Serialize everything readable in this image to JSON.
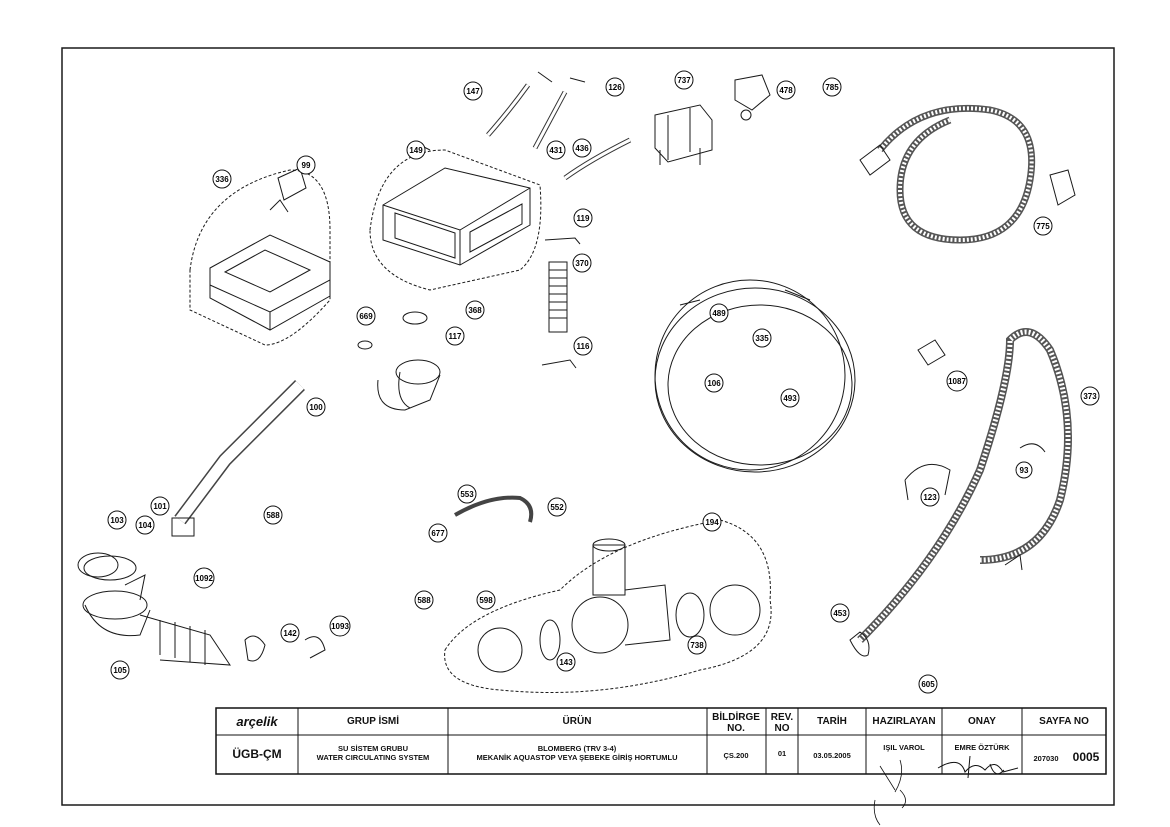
{
  "title_block": {
    "brand": "arçelik",
    "code": "ÜGB-ÇM",
    "headers": {
      "group": "GRUP İSMİ",
      "product": "ÜRÜN",
      "bildirge": [
        "BİLDİRGE",
        "NO."
      ],
      "rev": [
        "REV.",
        "NO"
      ],
      "date": "TARİH",
      "prepared": "HAZIRLAYAN",
      "approval": "ONAY",
      "page": "SAYFA NO"
    },
    "values": {
      "group_tr": "SU SİSTEM GRUBU",
      "group_en": "WATER CIRCULATING SYSTEM",
      "product_line1": "BLOMBERG  (TRV 3-4)",
      "product_line2": "MEKANİK AQUASTOP VEYA ŞEBEKE GİRİŞ HORTUMLU",
      "bildirge": "ÇS.200",
      "rev": "01",
      "date": "03.05.2005",
      "prepared": "IŞIL VAROL",
      "approval": "EMRE ÖZTÜRK",
      "page_prefix": "207030",
      "page_number": "0005"
    }
  },
  "part_callouts": [
    "336",
    "99",
    "147",
    "126",
    "737",
    "478",
    "785",
    "149",
    "431",
    "436",
    "119",
    "775",
    "370",
    "669",
    "368",
    "117",
    "489",
    "335",
    "106",
    "493",
    "1087",
    "373",
    "100",
    "116",
    "553",
    "552",
    "194",
    "101",
    "588",
    "103",
    "104",
    "677",
    "1092",
    "93",
    "123",
    "598",
    "588",
    "105",
    "142",
    "1093",
    "143",
    "738",
    "453",
    "605"
  ],
  "colors": {
    "line": "#1a1a1a",
    "paper": "#ffffff"
  }
}
